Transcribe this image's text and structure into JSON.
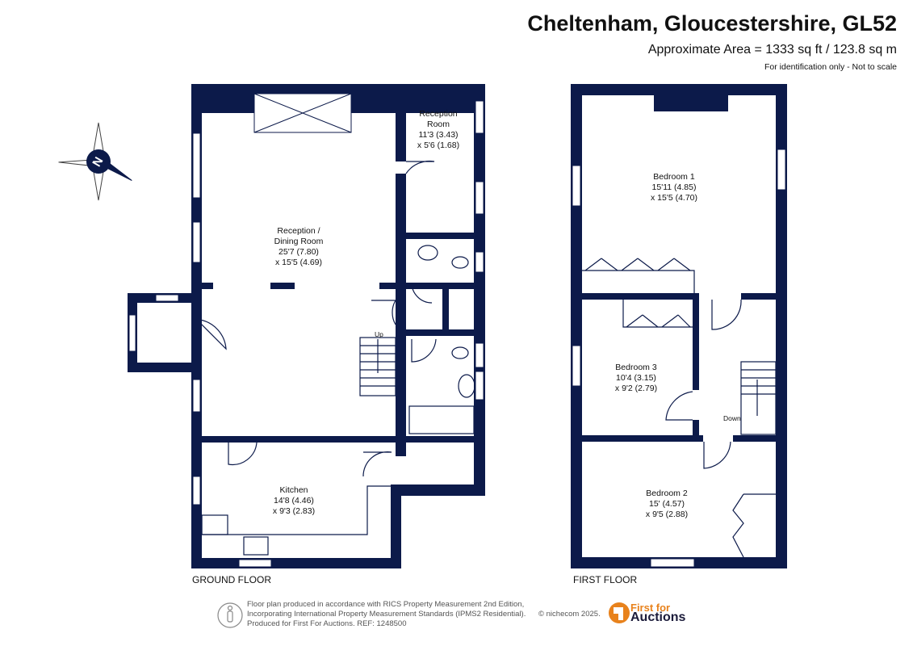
{
  "header": {
    "title": "Cheltenham, Gloucestershire, GL52",
    "area": "Approximate Area = 1333 sq ft / 123.8 sq m",
    "disclaimer": "For identification only - Not to scale"
  },
  "compass": {
    "letter": "N"
  },
  "ground_floor": {
    "label": "GROUND FLOOR",
    "stair_label": "Up",
    "rooms": [
      {
        "name": "Reception\nRoom",
        "dim1": "11'3 (3.43)",
        "dim2": "x 5'6 (1.68)"
      },
      {
        "name": "Reception /\nDining Room",
        "dim1": "25'7 (7.80)",
        "dim2": "x 15'5 (4.69)"
      },
      {
        "name": "Kitchen",
        "dim1": "14'8 (4.46)",
        "dim2": "x 9'3 (2.83)"
      }
    ]
  },
  "first_floor": {
    "label": "FIRST FLOOR",
    "stair_label": "Down",
    "rooms": [
      {
        "name": "Bedroom 1",
        "dim1": "15'11 (4.85)",
        "dim2": "x 15'5 (4.70)"
      },
      {
        "name": "Bedroom 3",
        "dim1": "10'4 (3.15)",
        "dim2": "x 9'2 (2.79)"
      },
      {
        "name": "Bedroom 2",
        "dim1": "15' (4.57)",
        "dim2": "x 9'5 (2.88)"
      }
    ]
  },
  "footer": {
    "line1": "Floor plan produced in accordance with RICS Property Measurement 2nd Edition,",
    "line2": "Incorporating International Property Measurement Standards (IPMS2 Residential).",
    "line3": "Produced for First For Auctions.   REF:  1248500",
    "copyright": "© nichecom 2025.",
    "brand_line1": "First for",
    "brand_line2": "Auctions"
  },
  "colors": {
    "wall": "#0c1a4a",
    "brand_orange": "#e8821c",
    "brand_navy": "#1b1b3a"
  }
}
